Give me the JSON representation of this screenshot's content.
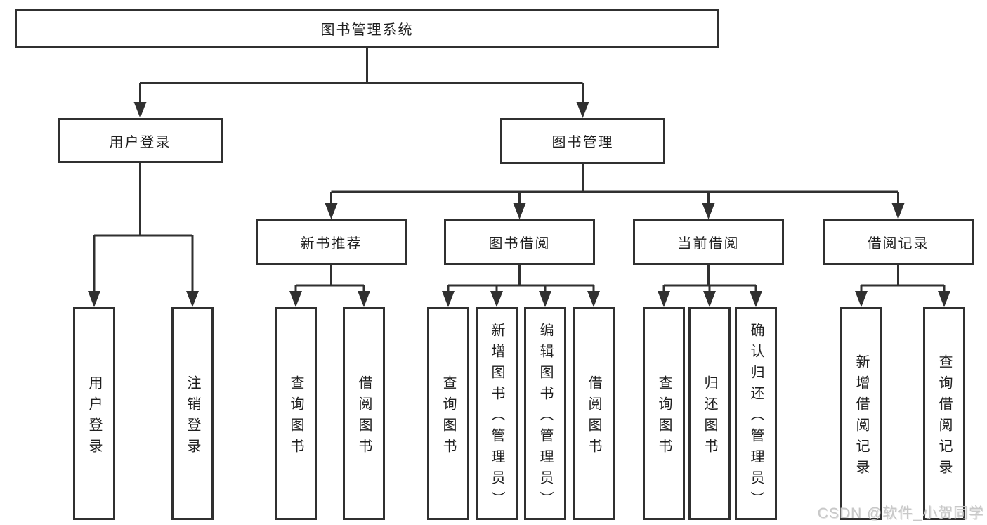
{
  "colors": {
    "line": "#303030",
    "box_border": "#303030",
    "box_background": "#ffffff",
    "text": "#1f1f1f",
    "watermark": "#c8c8c8",
    "page_background": "#ffffff"
  },
  "watermark": {
    "text": "CSDN @软件_小贺同学"
  },
  "tree": {
    "label": "图书管理系统",
    "children": [
      {
        "label": "用户登录",
        "children": [
          {
            "label": "用户登录"
          },
          {
            "label": "注销登录"
          }
        ]
      },
      {
        "label": "图书管理",
        "children": [
          {
            "label": "新书推荐",
            "children": [
              {
                "label": "查询图书"
              },
              {
                "label": "借阅图书"
              }
            ]
          },
          {
            "label": "图书借阅",
            "children": [
              {
                "label": "查询图书"
              },
              {
                "label": "新增图书（管理员）"
              },
              {
                "label": "编辑图书（管理员）"
              },
              {
                "label": "借阅图书"
              }
            ]
          },
          {
            "label": "当前借阅",
            "children": [
              {
                "label": "查询图书"
              },
              {
                "label": "归还图书"
              },
              {
                "label": "确认归还（管理员）"
              }
            ]
          },
          {
            "label": "借阅记录",
            "children": [
              {
                "label": "新增借阅记录"
              },
              {
                "label": "查询借阅记录"
              }
            ]
          }
        ]
      }
    ]
  }
}
